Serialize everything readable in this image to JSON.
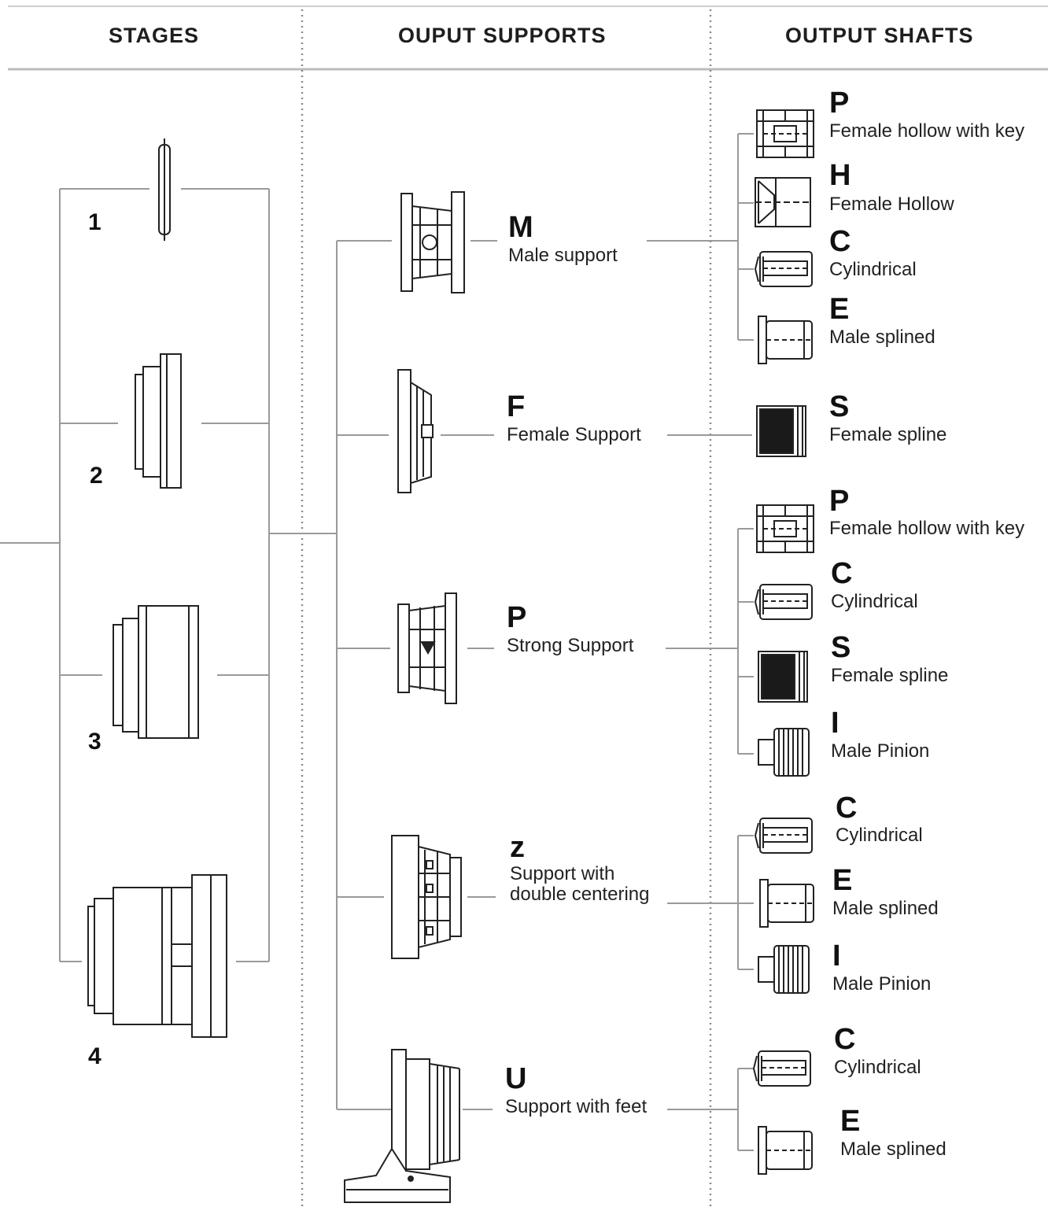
{
  "headers": {
    "stages": "STAGES",
    "supports": "OUPUT SUPPORTS",
    "shafts": "OUTPUT SHAFTS"
  },
  "stages": [
    "1",
    "2",
    "3",
    "4"
  ],
  "supports": [
    {
      "code": "M",
      "label": "Male support"
    },
    {
      "code": "F",
      "label": "Female Support"
    },
    {
      "code": "P",
      "label": "Strong Support"
    },
    {
      "code": "z",
      "label": "Support with",
      "label2": "double centering"
    },
    {
      "code": "U",
      "label": "Support with feet"
    }
  ],
  "shafts": {
    "m": [
      {
        "code": "P",
        "label": "Female hollow with key"
      },
      {
        "code": "H",
        "label": "Female Hollow"
      },
      {
        "code": "C",
        "label": "Cylindrical"
      },
      {
        "code": "E",
        "label": "Male splined"
      }
    ],
    "f": [
      {
        "code": "S",
        "label": "Female spline"
      }
    ],
    "p": [
      {
        "code": "P",
        "label": "Female hollow with key"
      },
      {
        "code": "C",
        "label": "Cylindrical"
      },
      {
        "code": "S",
        "label": "Female spline"
      },
      {
        "code": "I",
        "label": "Male Pinion"
      }
    ],
    "z": [
      {
        "code": "C",
        "label": "Cylindrical"
      },
      {
        "code": "E",
        "label": "Male splined"
      },
      {
        "code": "I",
        "label": "Male Pinion"
      }
    ],
    "u": [
      {
        "code": "C",
        "label": "Cylindrical"
      },
      {
        "code": "E",
        "label": "Male splined"
      }
    ]
  }
}
